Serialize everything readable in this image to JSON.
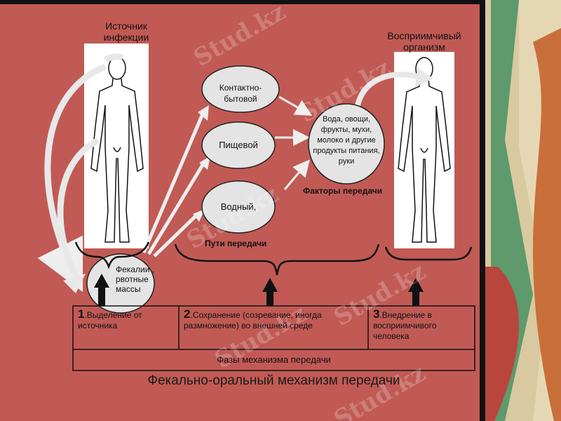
{
  "source_label": "Источник инфекции",
  "recipient_label": "Восприимчивый организм",
  "routes": [
    {
      "id": "contact",
      "label": "Контактно-бытовой"
    },
    {
      "id": "food",
      "label": "Пищевой"
    },
    {
      "id": "water",
      "label": "Водный,"
    }
  ],
  "routes_caption": "Пути передачи",
  "factors_label": "Вода, овощи, фрукты, мухи, молоко и другие продукты питания, руки",
  "factors_caption": "Факторы передачи",
  "excreta_label": "Фекалии , рвотные массы",
  "phases": [
    {
      "number": "1",
      "text": ".Выделение от источника"
    },
    {
      "number": "2",
      "text": ".Сохранение (созревание, иногда размножение) во внешней среде"
    },
    {
      "number": "3",
      "text": ".Внедрение в восприимчивого человека"
    }
  ],
  "phases_caption": "Фазы механизма передачи",
  "title": "Фекально-оральный механизм передачи",
  "watermark": "Stud.kz",
  "colors": {
    "background": "#c15a55",
    "panel": "#b04b46",
    "ellipse": "#e4e4e4",
    "arrow": "#e6e6e6"
  }
}
